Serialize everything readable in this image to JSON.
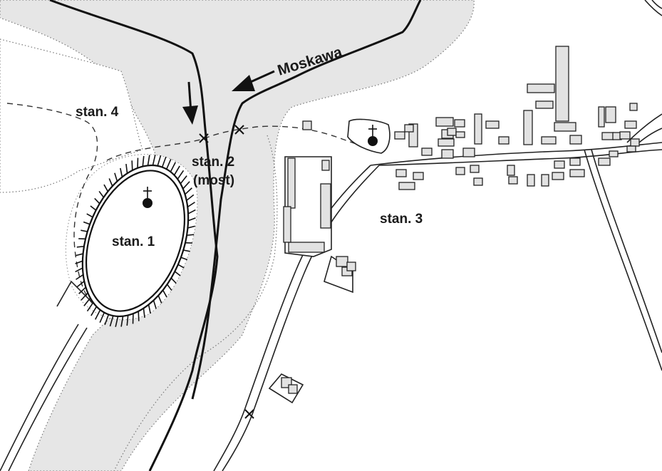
{
  "map": {
    "river_name": "Moskawa",
    "sites": {
      "site1": "stan. 1",
      "site2_line1": "stan. 2",
      "site2_line2": "(most)",
      "site3": "stan. 3",
      "site4": "stan. 4"
    },
    "colors": {
      "floodplain": "#e6e6e6",
      "ink": "#1a1a1a",
      "building_fill": "#e2e2e2",
      "paper": "#ffffff"
    },
    "icons": [
      "church-icon",
      "river-flow-arrow-icon",
      "bridge-cross-icon",
      "hachure-rampart"
    ]
  }
}
